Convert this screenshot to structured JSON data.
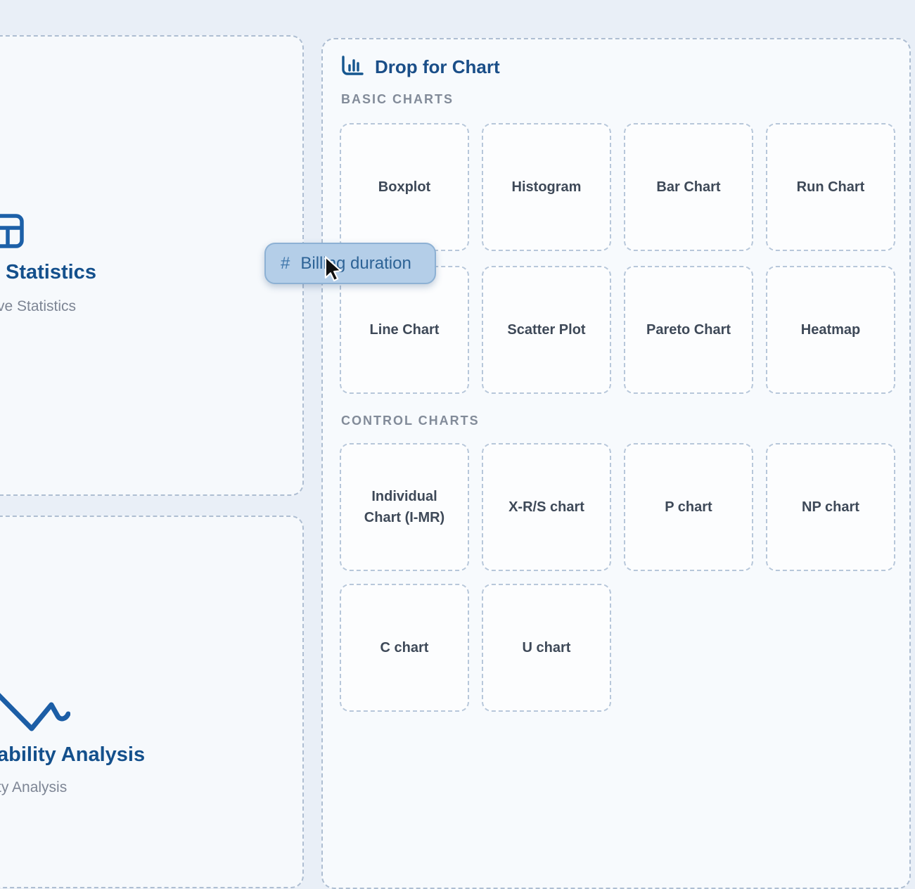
{
  "left_column": {
    "panels": [
      {
        "icon": "table-icon",
        "title": "Statistics",
        "subtitle": "ve Statistics"
      },
      {
        "icon": "activity-icon",
        "title": "ability Analysis",
        "subtitle": "ty Analysis"
      }
    ]
  },
  "drop_panel": {
    "icon": "bar-chart-icon",
    "title": "Drop for Chart",
    "sections": [
      {
        "label": "BASIC CHARTS",
        "tiles": [
          "Boxplot",
          "Histogram",
          "Bar Chart",
          "Run Chart",
          "Line Chart",
          "Scatter Plot",
          "Pareto Chart",
          "Heatmap"
        ]
      },
      {
        "label": "CONTROL CHARTS",
        "tiles": [
          "Individual Chart (I-MR)",
          "X-R/S chart",
          "P chart",
          "NP chart",
          "C chart",
          "U chart"
        ]
      }
    ]
  },
  "drag_chip": {
    "prefix": "#",
    "label": "Billing duration"
  },
  "colors": {
    "background": "#e9eff7",
    "panel_background": "#f6f9fc",
    "dashed_border": "#aebed2",
    "tile_border": "#b7c7da",
    "title_blue": "#1a4e88",
    "icon_blue": "#1c60a8",
    "tile_text": "#3e4958",
    "section_label": "#828b99",
    "chip_background": "#b4cee8",
    "chip_border": "#8db1d4",
    "chip_text": "#2d6396"
  }
}
